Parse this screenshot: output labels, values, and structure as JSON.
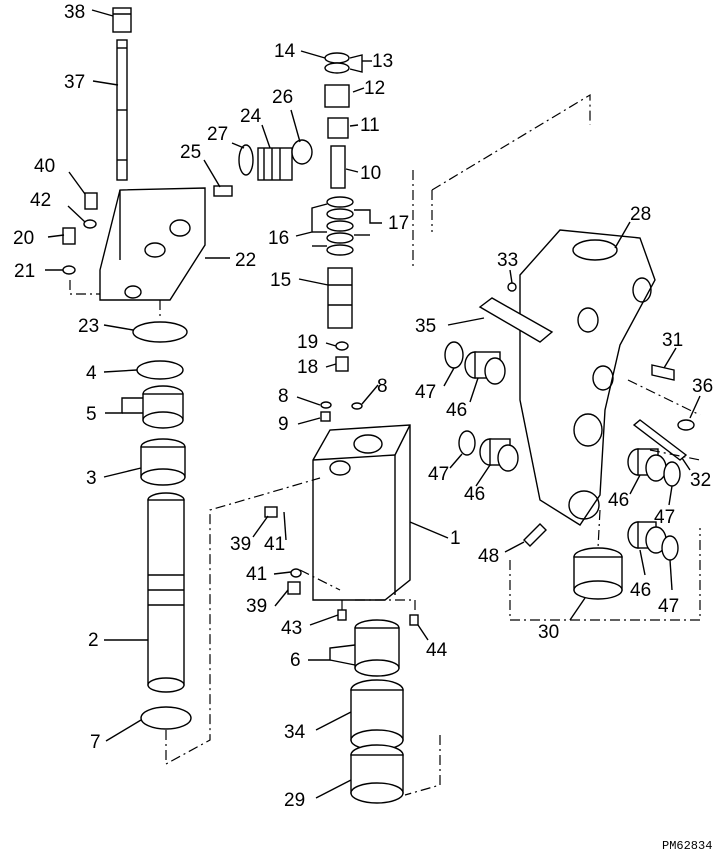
{
  "drawing_code": "PM62834",
  "callouts": [
    "38",
    "37",
    "14",
    "13",
    "12",
    "26",
    "27",
    "24",
    "11",
    "25",
    "10",
    "40",
    "42",
    "16",
    "17",
    "20",
    "21",
    "22",
    "15",
    "23",
    "19",
    "18",
    "4",
    "8",
    "8",
    "5",
    "9",
    "3",
    "39",
    "41",
    "1",
    "41",
    "39",
    "2",
    "43",
    "44",
    "6",
    "34",
    "7",
    "29",
    "28",
    "33",
    "35",
    "31",
    "47",
    "46",
    "36",
    "47",
    "46",
    "32",
    "46",
    "47",
    "48",
    "30",
    "46",
    "47"
  ]
}
